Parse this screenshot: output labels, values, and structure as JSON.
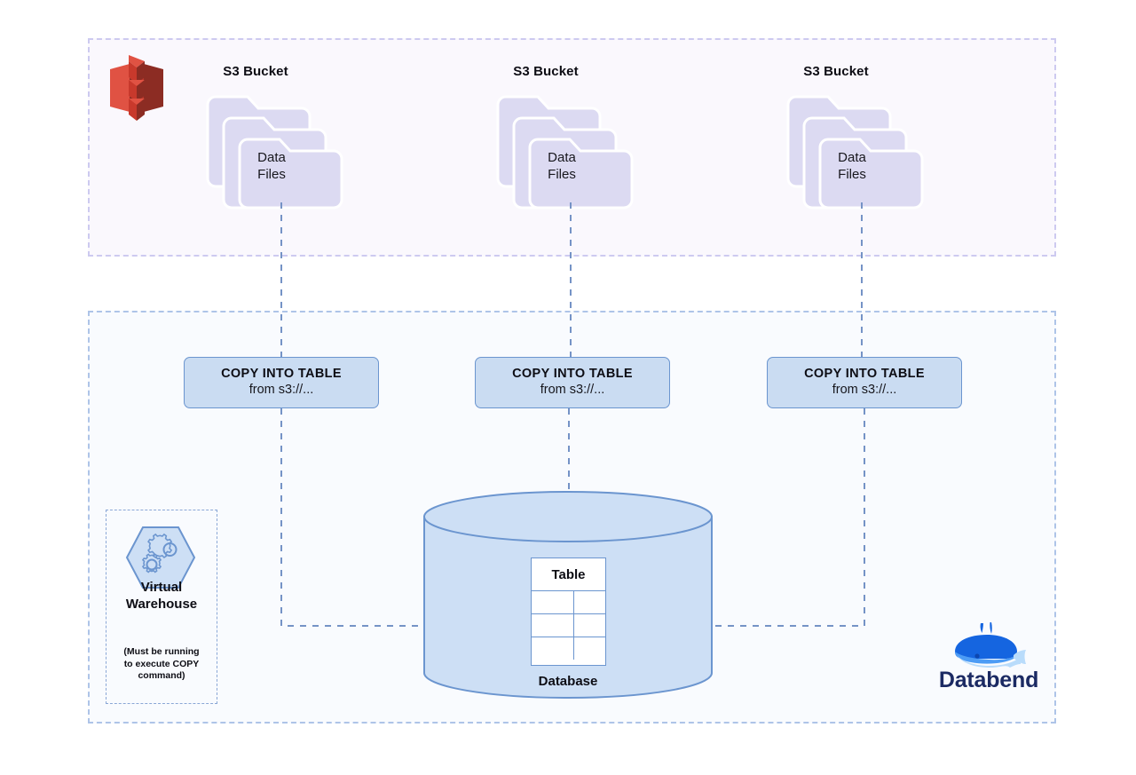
{
  "diagram": {
    "title": "Databend COPY INTO TABLE from S3 architecture",
    "colors": {
      "zone_top_fill": "#faf8fd",
      "zone_top_border": "#cdcaf0",
      "zone_bottom_fill": "#f9fbfe",
      "zone_bottom_border": "#aec4e8",
      "copy_box_fill": "#cadcf2",
      "copy_box_border": "#6b95cf",
      "folder_fill": "#dcdaf2",
      "cylinder_fill": "#cddff5",
      "cylinder_border": "#6b95cf",
      "connector": "#7593c6",
      "s3_logo_red": "#e05243",
      "s3_logo_dark_red": "#8c2c23",
      "databend_blue": "#1565e0",
      "databend_navy": "#1b2a63"
    }
  },
  "storage_zone": {
    "provider_icon": "aws-s3-logo",
    "buckets": [
      {
        "label": "S3 Bucket",
        "files_line1": "Data",
        "files_line2": "Files",
        "icon": "folder-stack-icon"
      },
      {
        "label": "S3 Bucket",
        "files_line1": "Data",
        "files_line2": "Files",
        "icon": "folder-stack-icon"
      },
      {
        "label": "S3 Bucket",
        "files_line1": "Data",
        "files_line2": "Files",
        "icon": "folder-stack-icon"
      }
    ]
  },
  "compute_zone": {
    "copy_commands": [
      {
        "command": "COPY INTO TABLE",
        "source": "from s3://..."
      },
      {
        "command": "COPY INTO TABLE",
        "source": "from s3://..."
      },
      {
        "command": "COPY INTO TABLE",
        "source": "from s3://..."
      }
    ],
    "virtual_warehouse": {
      "icon": "gears-hexagon-icon",
      "title_line1": "Virtual",
      "title_line2": "Warehouse",
      "note_line1": "(Must be running",
      "note_line2": "to execute COPY",
      "note_line3": "command)"
    },
    "database": {
      "cylinder_label": "Database",
      "table_header": "Table",
      "table_rows": [
        [
          "",
          ""
        ],
        [
          "",
          ""
        ],
        [
          "",
          ""
        ]
      ]
    },
    "brand": {
      "icon": "databend-whale-logo",
      "name": "Databend"
    }
  }
}
